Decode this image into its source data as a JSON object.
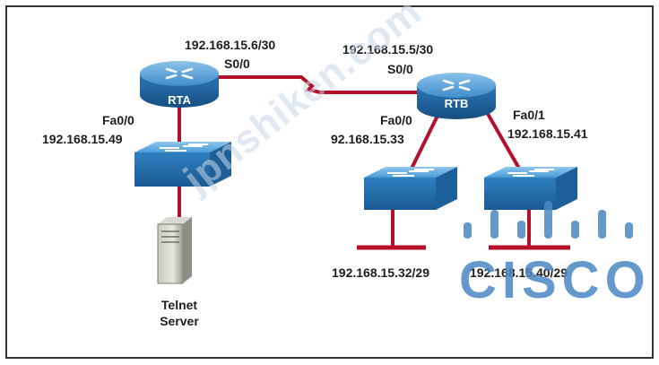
{
  "diagram": {
    "routers": {
      "rta": {
        "name": "RTA"
      },
      "rtb": {
        "name": "RTB"
      }
    },
    "labels": {
      "rta_s00_ip": "192.168.15.6/30",
      "rta_s00_iface": "S0/0",
      "rtb_s00_ip": "192.168.15.5/30",
      "rtb_s00_iface": "S0/0",
      "rta_fa00_iface": "Fa0/0",
      "rta_fa00_ip": "192.168.15.49",
      "rtb_fa00_iface": "Fa0/0",
      "rtb_fa00_ip": "92.168.15.33",
      "rtb_fa01_iface": "Fa0/1",
      "rtb_fa01_ip": "192.168.15.41",
      "lan1_network": "192.168.15.32/29",
      "lan2_network": "192.168.15.40/29",
      "server_line1": "Telnet",
      "server_line2": "Server"
    },
    "watermark": "jpnshiken.com",
    "logo_text": "CISCO",
    "colors": {
      "link": "#b4102a",
      "router_fill": "#2f7fc0",
      "switch_fill": "#3a8ccc"
    }
  }
}
